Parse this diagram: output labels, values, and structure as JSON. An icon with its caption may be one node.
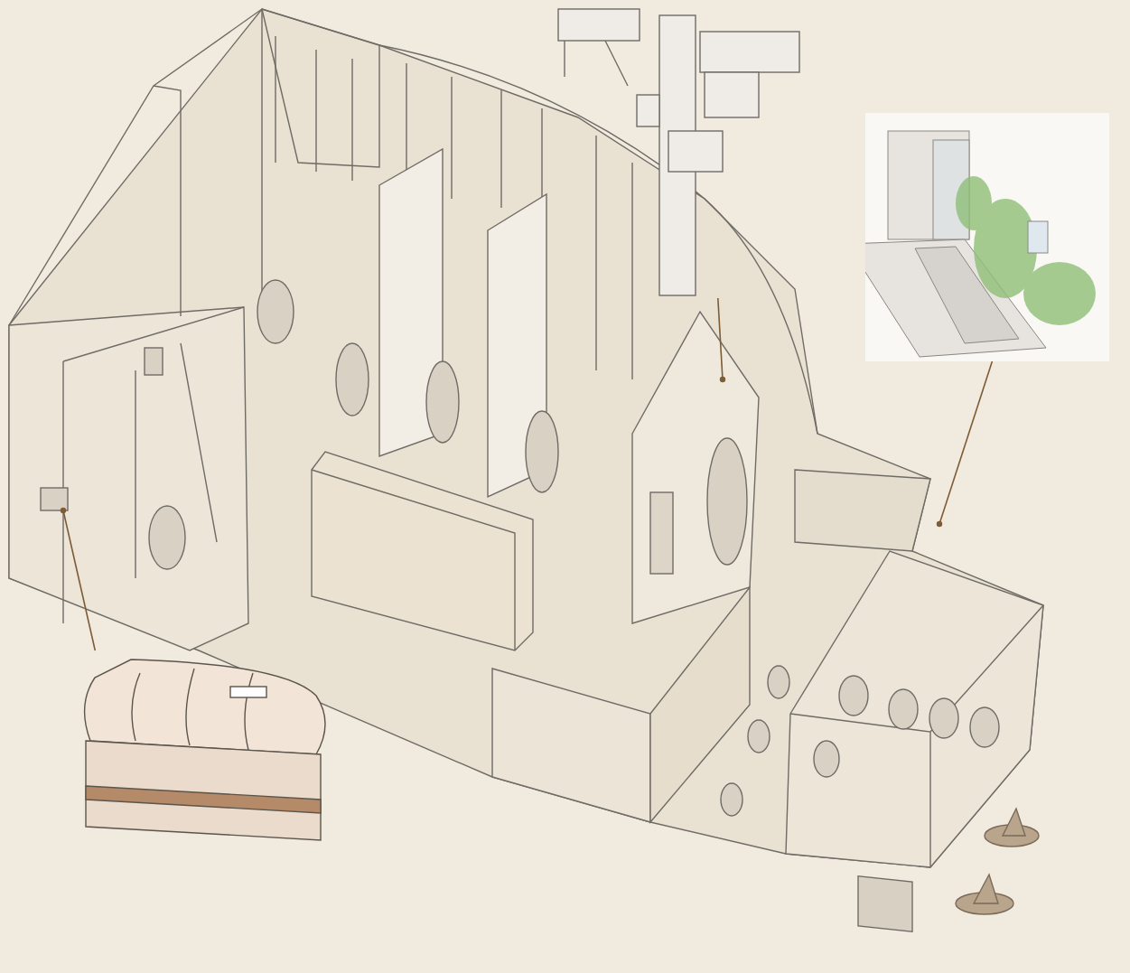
{
  "diagram": {
    "nodes": [
      {
        "text": [],
        "shape": "picture"
      },
      {
        "text": [],
        "shape": "picture"
      },
      {
        "text": [],
        "shape": "picture"
      }
    ],
    "edges": [
      {
        "from": null,
        "to": 2,
        "arrow": "other"
      },
      {
        "from": null,
        "to": 0,
        "arrow": "other"
      },
      {
        "from": null,
        "to": 1,
        "arrow": "other"
      }
    ]
  }
}
